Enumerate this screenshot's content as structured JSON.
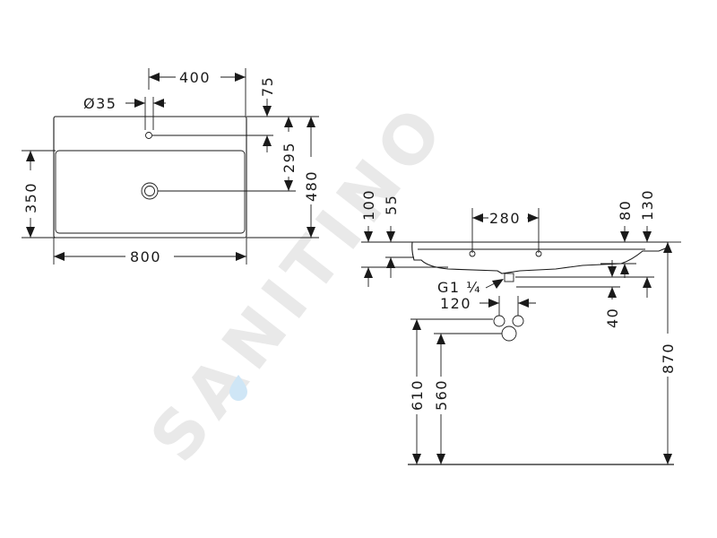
{
  "watermark": "SANITINO",
  "top_view": {
    "dimensions": {
      "width_overall": "800",
      "tap_offset": "400",
      "tap_hole_diameter": "Ø35",
      "depth_overall": "480",
      "tap_to_front": "295",
      "tap_to_back": "75",
      "bowl_depth": "350"
    }
  },
  "side_view": {
    "dimensions": {
      "mount_holes_spacing": "280",
      "rim_thickness": "100",
      "rim_inner": "55",
      "right_height_a": "80",
      "right_height_b": "130",
      "drain_thread": "G1 ¼",
      "drain_offset": "120",
      "drain_drop": "40",
      "waste_height_upper": "610",
      "waste_height_lower": "560",
      "total_height": "870"
    }
  },
  "colors": {
    "line": "#1a1a1a",
    "watermark": "#e9e9e9",
    "watermark_drop": "#cfe6f6"
  }
}
